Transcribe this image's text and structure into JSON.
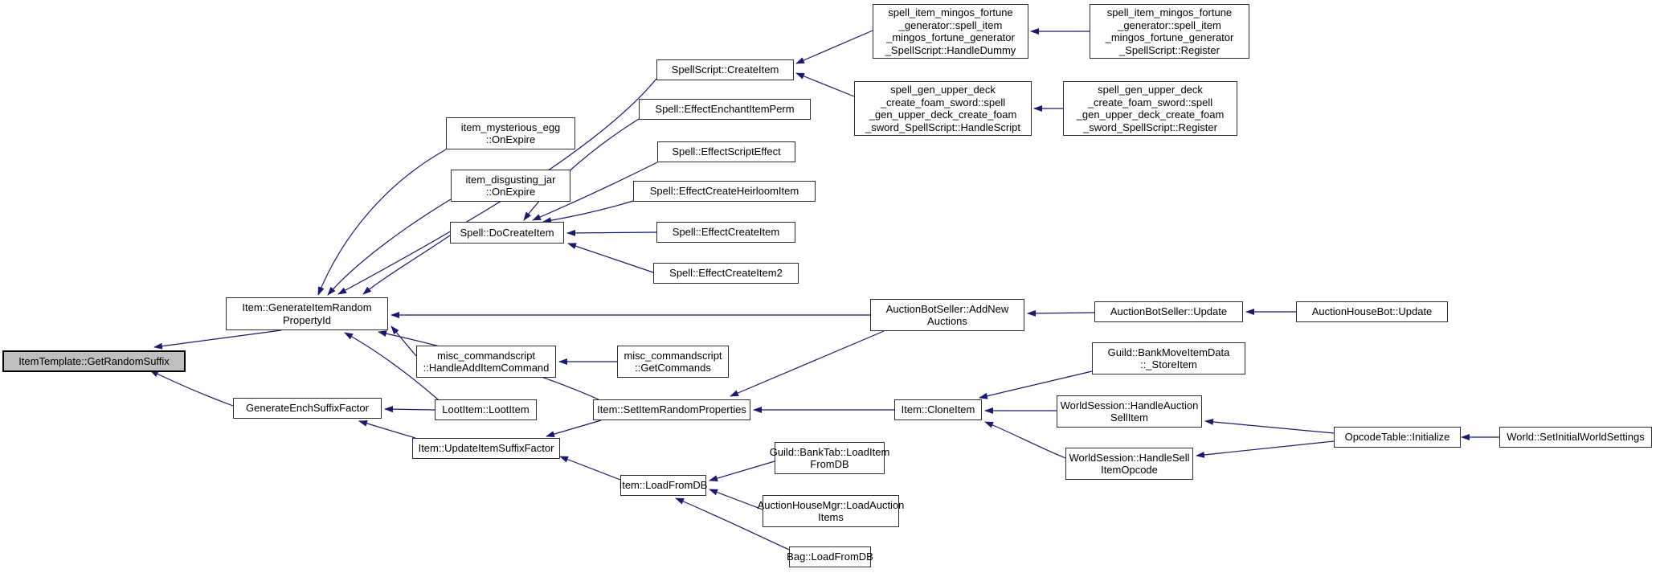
{
  "diagram": {
    "type": "doxygen-caller-graph",
    "background_color": "#ffffff",
    "edge_color": "#191970",
    "node_fill": "#ffffff",
    "node_border_color": "#2e2e2e",
    "highlighted_node_fill": "#bfbfbf",
    "nodes": [
      {
        "id": "item_template_get_random_suffix",
        "label": "ItemTemplate::GetRandomSuffix",
        "highlighted": true
      },
      {
        "id": "item_generate_item_random_property_id",
        "label": "Item::GenerateItemRandom\nPropertyId",
        "highlighted": false
      },
      {
        "id": "generate_ench_suffix_factor",
        "label": "GenerateEnchSuffixFactor",
        "highlighted": false
      },
      {
        "id": "item_mysterious_egg_on_expire",
        "label": "item_mysterious_egg\n::OnExpire",
        "highlighted": false
      },
      {
        "id": "item_disgusting_jar_on_expire",
        "label": "item_disgusting_jar\n::OnExpire",
        "highlighted": false
      },
      {
        "id": "spell_do_create_item",
        "label": "Spell::DoCreateItem",
        "highlighted": false
      },
      {
        "id": "spellscript_create_item",
        "label": "SpellScript::CreateItem",
        "highlighted": false
      },
      {
        "id": "spell_effect_enchant_item_perm",
        "label": "Spell::EffectEnchantItemPerm",
        "highlighted": false
      },
      {
        "id": "spell_effect_script_effect",
        "label": "Spell::EffectScriptEffect",
        "highlighted": false
      },
      {
        "id": "spell_effect_create_heirloom_item",
        "label": "Spell::EffectCreateHeirloomItem",
        "highlighted": false
      },
      {
        "id": "spell_effect_create_item",
        "label": "Spell::EffectCreateItem",
        "highlighted": false
      },
      {
        "id": "spell_effect_create_item2",
        "label": "Spell::EffectCreateItem2",
        "highlighted": false
      },
      {
        "id": "spell_item_mingos_handle_dummy",
        "label": "spell_item_mingos_fortune\n_generator::spell_item\n_mingos_fortune_generator\n_SpellScript::HandleDummy",
        "highlighted": false
      },
      {
        "id": "spell_item_mingos_register",
        "label": "spell_item_mingos_fortune\n_generator::spell_item\n_mingos_fortune_generator\n_SpellScript::Register",
        "highlighted": false
      },
      {
        "id": "spell_gen_foam_sword_handle_script",
        "label": "spell_gen_upper_deck\n_create_foam_sword::spell\n_gen_upper_deck_create_foam\n_sword_SpellScript::HandleScript",
        "highlighted": false
      },
      {
        "id": "spell_gen_foam_sword_register",
        "label": "spell_gen_upper_deck\n_create_foam_sword::spell\n_gen_upper_deck_create_foam\n_sword_SpellScript::Register",
        "highlighted": false
      },
      {
        "id": "misc_commandscript_handle_add_item_command",
        "label": "misc_commandscript\n::HandleAddItemCommand",
        "highlighted": false
      },
      {
        "id": "misc_commandscript_get_commands",
        "label": "misc_commandscript\n::GetCommands",
        "highlighted": false
      },
      {
        "id": "loot_item_loot_item",
        "label": "LootItem::LootItem",
        "highlighted": false
      },
      {
        "id": "item_set_item_random_properties",
        "label": "Item::SetItemRandomProperties",
        "highlighted": false
      },
      {
        "id": "item_update_item_suffix_factor",
        "label": "Item::UpdateItemSuffixFactor",
        "highlighted": false
      },
      {
        "id": "item_load_from_db",
        "label": "Item::LoadFromDB",
        "highlighted": false
      },
      {
        "id": "auction_bot_seller_add_new_auctions",
        "label": "AuctionBotSeller::AddNew\nAuctions",
        "highlighted": false
      },
      {
        "id": "auction_bot_seller_update",
        "label": "AuctionBotSeller::Update",
        "highlighted": false
      },
      {
        "id": "auction_house_bot_update",
        "label": "AuctionHouseBot::Update",
        "highlighted": false
      },
      {
        "id": "guild_bank_move_item_data_store_item",
        "label": "Guild::BankMoveItemData\n::_StoreItem",
        "highlighted": false
      },
      {
        "id": "item_clone_item",
        "label": "Item::CloneItem",
        "highlighted": false
      },
      {
        "id": "worldsession_handle_auction_sell_item",
        "label": "WorldSession::HandleAuction\nSellItem",
        "highlighted": false
      },
      {
        "id": "worldsession_handle_sell_item_opcode",
        "label": "WorldSession::HandleSell\nItemOpcode",
        "highlighted": false
      },
      {
        "id": "opcode_table_initialize",
        "label": "OpcodeTable::Initialize",
        "highlighted": false
      },
      {
        "id": "world_set_initial_world_settings",
        "label": "World::SetInitialWorldSettings",
        "highlighted": false
      },
      {
        "id": "guild_bank_tab_load_item_from_db",
        "label": "Guild::BankTab::LoadItem\nFromDB",
        "highlighted": false
      },
      {
        "id": "auction_house_mgr_load_auction_items",
        "label": "AuctionHouseMgr::LoadAuction\nItems",
        "highlighted": false
      },
      {
        "id": "bag_load_from_db",
        "label": "Bag::LoadFromDB",
        "highlighted": false
      }
    ],
    "edges": [
      {
        "from": "item_generate_item_random_property_id",
        "to": "item_template_get_random_suffix"
      },
      {
        "from": "generate_ench_suffix_factor",
        "to": "item_template_get_random_suffix"
      },
      {
        "from": "item_mysterious_egg_on_expire",
        "to": "item_generate_item_random_property_id"
      },
      {
        "from": "item_disgusting_jar_on_expire",
        "to": "item_generate_item_random_property_id"
      },
      {
        "from": "spellscript_create_item",
        "to": "item_generate_item_random_property_id"
      },
      {
        "from": "spell_do_create_item",
        "to": "item_generate_item_random_property_id"
      },
      {
        "from": "auction_bot_seller_add_new_auctions",
        "to": "item_generate_item_random_property_id"
      },
      {
        "from": "misc_commandscript_handle_add_item_command",
        "to": "item_generate_item_random_property_id"
      },
      {
        "from": "loot_item_loot_item",
        "to": "item_generate_item_random_property_id"
      },
      {
        "from": "item_set_item_random_properties",
        "to": "item_generate_item_random_property_id"
      },
      {
        "from": "spell_item_mingos_handle_dummy",
        "to": "spellscript_create_item"
      },
      {
        "from": "spell_gen_foam_sword_handle_script",
        "to": "spellscript_create_item"
      },
      {
        "from": "spell_item_mingos_register",
        "to": "spell_item_mingos_handle_dummy"
      },
      {
        "from": "spell_gen_foam_sword_register",
        "to": "spell_gen_foam_sword_handle_script"
      },
      {
        "from": "spell_effect_enchant_item_perm",
        "to": "spell_do_create_item"
      },
      {
        "from": "spell_effect_script_effect",
        "to": "spell_do_create_item"
      },
      {
        "from": "spell_effect_create_heirloom_item",
        "to": "spell_do_create_item"
      },
      {
        "from": "spell_effect_create_item",
        "to": "spell_do_create_item"
      },
      {
        "from": "spell_effect_create_item2",
        "to": "spell_do_create_item"
      },
      {
        "from": "auction_bot_seller_update",
        "to": "auction_bot_seller_add_new_auctions"
      },
      {
        "from": "auction_house_bot_update",
        "to": "auction_bot_seller_update"
      },
      {
        "from": "misc_commandscript_get_commands",
        "to": "misc_commandscript_handle_add_item_command"
      },
      {
        "from": "loot_item_loot_item",
        "to": "generate_ench_suffix_factor"
      },
      {
        "from": "item_update_item_suffix_factor",
        "to": "generate_ench_suffix_factor"
      },
      {
        "from": "item_clone_item",
        "to": "item_set_item_random_properties"
      },
      {
        "from": "auction_bot_seller_add_new_auctions",
        "to": "item_set_item_random_properties"
      },
      {
        "from": "item_set_item_random_properties",
        "to": "item_update_item_suffix_factor"
      },
      {
        "from": "item_load_from_db",
        "to": "item_update_item_suffix_factor"
      },
      {
        "from": "guild_bank_move_item_data_store_item",
        "to": "item_clone_item"
      },
      {
        "from": "worldsession_handle_auction_sell_item",
        "to": "item_clone_item"
      },
      {
        "from": "worldsession_handle_sell_item_opcode",
        "to": "item_clone_item"
      },
      {
        "from": "opcode_table_initialize",
        "to": "worldsession_handle_auction_sell_item"
      },
      {
        "from": "opcode_table_initialize",
        "to": "worldsession_handle_sell_item_opcode"
      },
      {
        "from": "world_set_initial_world_settings",
        "to": "opcode_table_initialize"
      },
      {
        "from": "guild_bank_tab_load_item_from_db",
        "to": "item_load_from_db"
      },
      {
        "from": "auction_house_mgr_load_auction_items",
        "to": "item_load_from_db"
      },
      {
        "from": "bag_load_from_db",
        "to": "item_load_from_db"
      }
    ]
  }
}
